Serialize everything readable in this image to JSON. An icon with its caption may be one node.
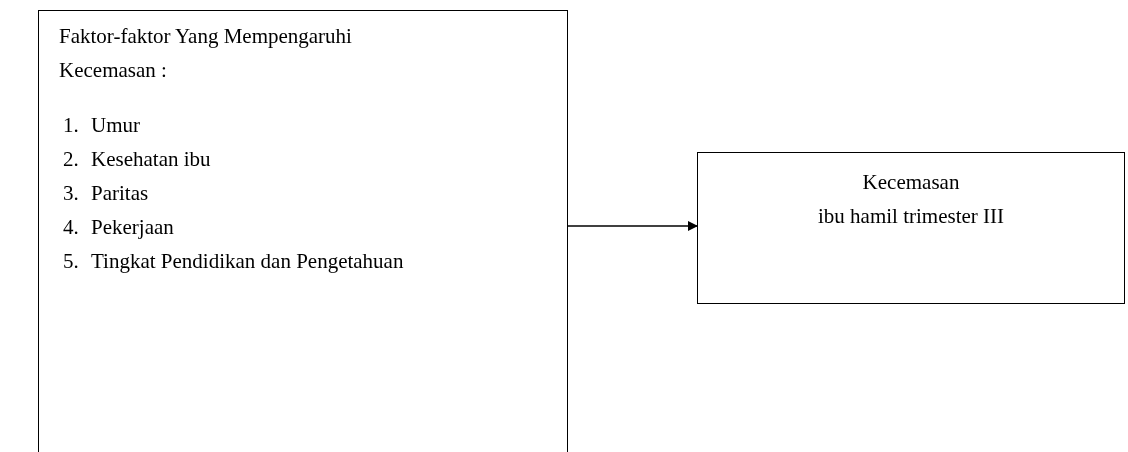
{
  "diagram": {
    "nodes": [
      {
        "text": [
          "Faktor-faktor Yang Mempengaruhi Kecemasan :",
          "1. Umur",
          "2. Kesehatan ibu",
          "3. Paritas",
          "4. Pekerjaan",
          "5. Tingkat Pendidikan dan Pengetahuan"
        ]
      },
      {
        "text": [
          "Kecemasan",
          "ibu hamil trimester III"
        ]
      }
    ],
    "edges": [
      {
        "from": 0,
        "to": 1,
        "arrow": "to"
      }
    ]
  }
}
